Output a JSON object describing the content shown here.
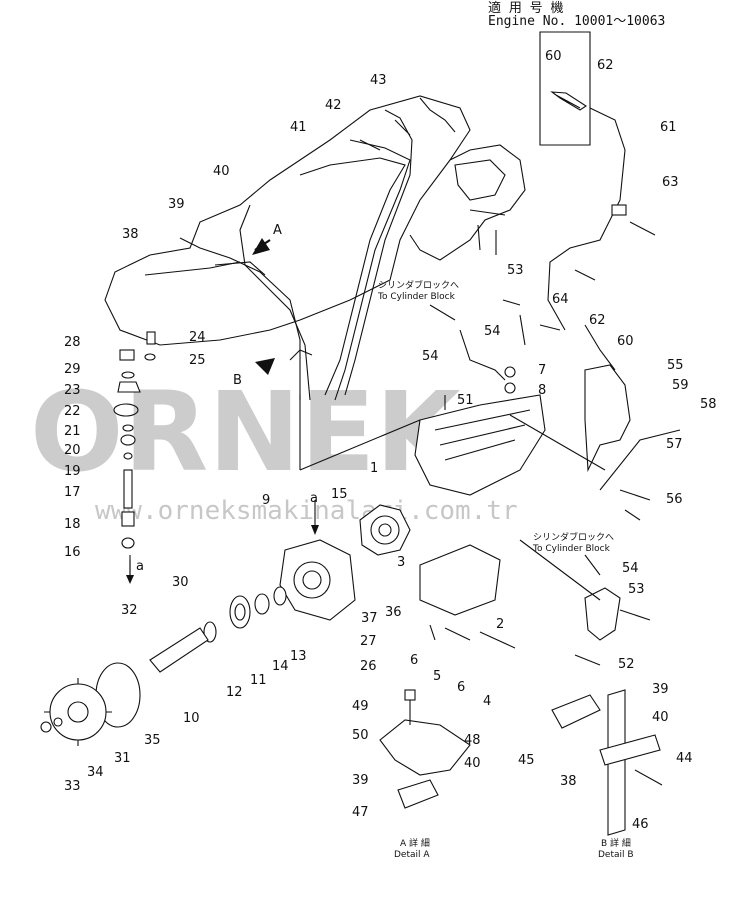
{
  "header": {
    "jp": "適 用 号 機",
    "engine": "Engine No. 10001～10063"
  },
  "callouts": {
    "cylinder_block_1": {
      "jp": "シリンダブロックへ",
      "en": "To Cylinder Block"
    },
    "cylinder_block_2": {
      "jp": "シリンダブロックへ",
      "en": "To Cylinder Block"
    },
    "view_A": "A",
    "view_B": "B",
    "view_a_top": "a",
    "view_a_left": "a"
  },
  "details": {
    "A": {
      "jp": "A 詳 細",
      "en": "Detail A"
    },
    "B": {
      "jp": "B 詳 細",
      "en": "Detail B"
    }
  },
  "watermark": {
    "logo": "ORNEK",
    "url": "www.orneksmakinalari.com.tr"
  },
  "parts": [
    "1",
    "2",
    "3",
    "4",
    "5",
    "6",
    "6",
    "7",
    "8",
    "9",
    "10",
    "11",
    "12",
    "13",
    "14",
    "15",
    "16",
    "17",
    "18",
    "19",
    "20",
    "21",
    "22",
    "23",
    "24",
    "25",
    "26",
    "27",
    "28",
    "29",
    "30",
    "31",
    "32",
    "33",
    "34",
    "35",
    "36",
    "37",
    "38",
    "39",
    "40",
    "41",
    "42",
    "43",
    "51",
    "53",
    "54",
    "54",
    "55",
    "56",
    "57",
    "58",
    "59",
    "60",
    "61",
    "62",
    "63",
    "64",
    "60",
    "62",
    "52",
    "53",
    "54",
    "45",
    "38",
    "39",
    "40",
    "44",
    "46",
    "47",
    "48",
    "39",
    "40",
    "49",
    "50"
  ]
}
